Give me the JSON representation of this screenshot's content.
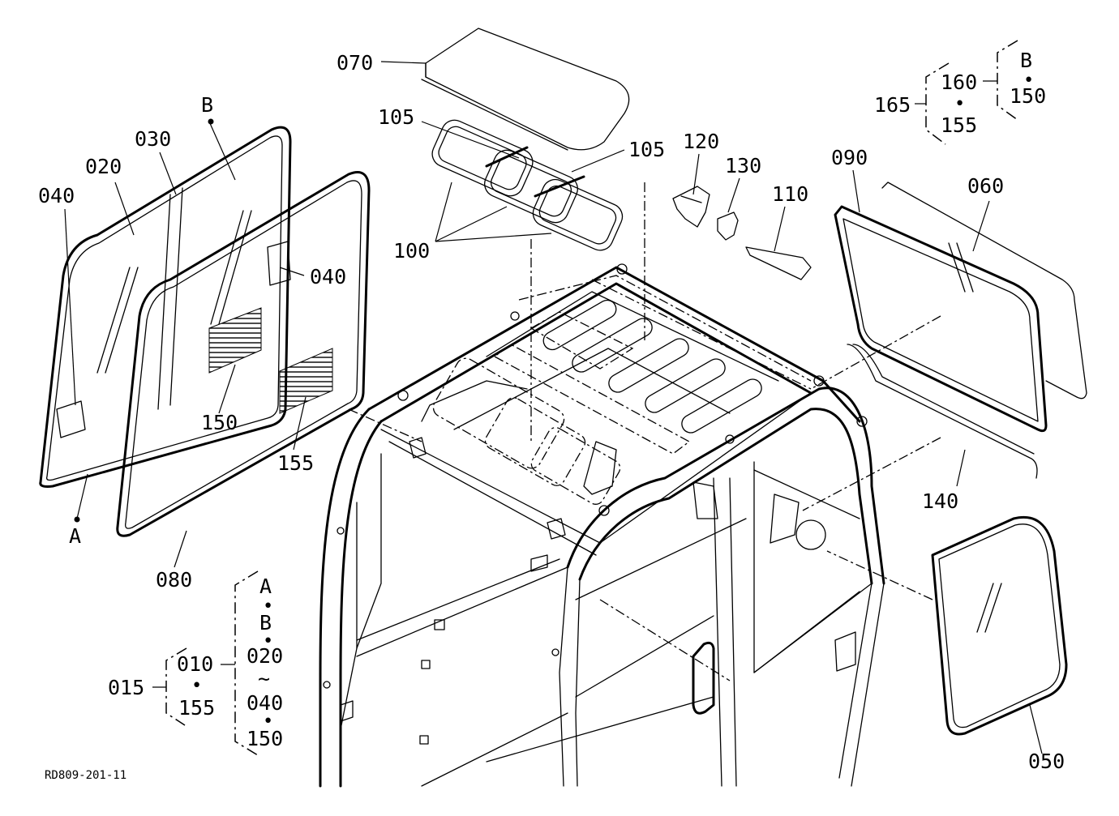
{
  "diagram_code": "RD809-201-11",
  "labels": {
    "p070": "070",
    "p105a": "105",
    "p105b": "105",
    "p100": "100",
    "p120": "120",
    "p130": "130",
    "p110": "110",
    "p090": "090",
    "p060": "060",
    "pB_left": "B",
    "p030": "030",
    "p020": "020",
    "p040a": "040",
    "p040b": "040",
    "p150": "150",
    "p155": "155",
    "pA_left": "A",
    "p080": "080",
    "p140": "140",
    "p050": "050"
  },
  "group_top_right": {
    "outer": "165",
    "inner_first": "160",
    "inner_sep": "•",
    "inner_last": "155",
    "sub_first": "B",
    "sub_sep": "•",
    "sub_last": "150"
  },
  "group_bottom_left": {
    "outer": "015",
    "inner_first": "010",
    "inner_sep": "•",
    "inner_last": "155",
    "col": [
      "A",
      "•",
      "B",
      "•",
      "020",
      "~",
      "040",
      "•",
      "150"
    ]
  }
}
